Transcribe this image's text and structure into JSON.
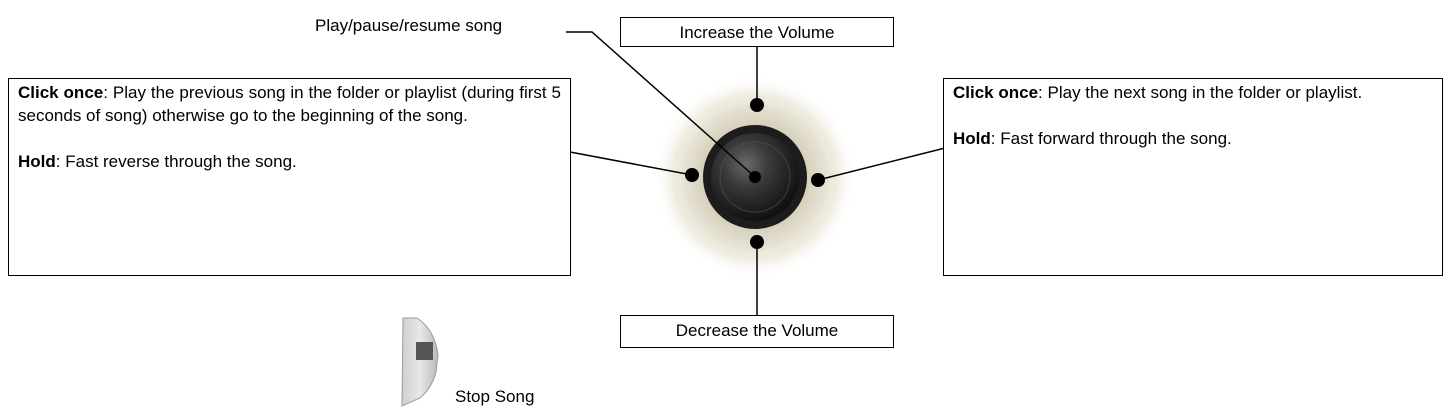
{
  "labels": {
    "play_pause": "Play/pause/resume song",
    "increase_volume": "Increase the Volume",
    "decrease_volume": "Decrease the Volume",
    "stop_song": "Stop Song"
  },
  "previous_box": {
    "click_label": "Click once",
    "click_text": ": Play the previous song in the folder or playlist (during first 5 seconds of song) otherwise go to the beginning of the song.",
    "hold_label": "Hold",
    "hold_text": ": Fast reverse through the song."
  },
  "next_box": {
    "click_label": "Click once",
    "click_text": ": Play the next song in the folder or playlist.",
    "hold_label": "Hold",
    "hold_text": ": Fast forward through the song."
  },
  "icons": {
    "control_wheel": "click-wheel-icon",
    "stop_button": "stop-button-icon"
  },
  "colors": {
    "wheel_outer": "#e6e1cf",
    "wheel_inner": "#d8d2bd",
    "center_button": "#2a2a2a",
    "line": "#000000"
  }
}
